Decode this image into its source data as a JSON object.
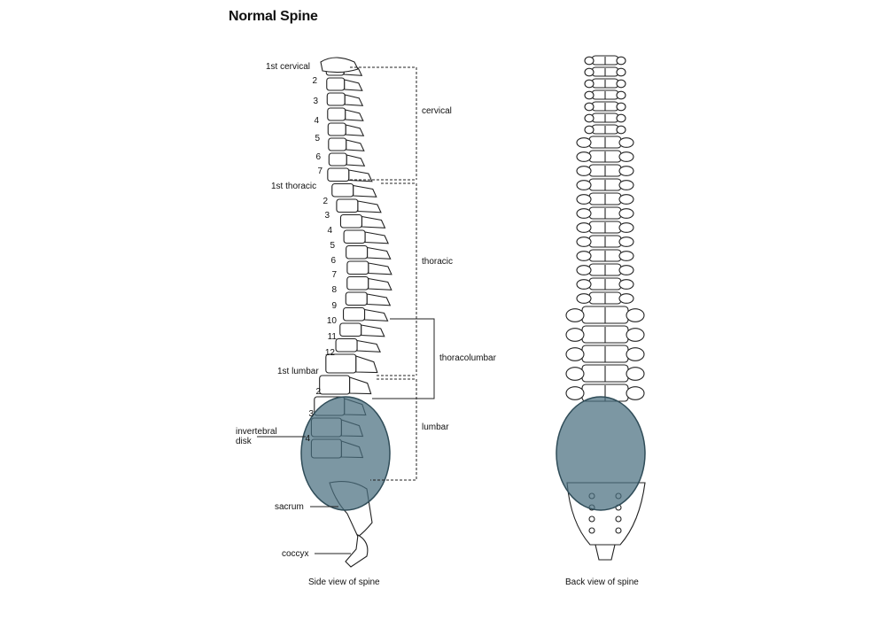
{
  "title": "Normal Spine",
  "side_view": {
    "caption": "Side view of spine",
    "labels": {
      "first_cervical": "1st cervical",
      "first_thoracic": "1st thoracic",
      "first_lumbar": "1st lumbar",
      "invertebral_disk": "invertebral\ndisk",
      "sacrum": "sacrum",
      "coccyx": "coccyx"
    },
    "cervical_numbers": [
      "2",
      "3",
      "4",
      "5",
      "6",
      "7"
    ],
    "thoracic_numbers": [
      "2",
      "3",
      "4",
      "5",
      "6",
      "7",
      "8",
      "9",
      "10",
      "11",
      "12"
    ],
    "lumbar_numbers": [
      "2",
      "3",
      "4"
    ]
  },
  "back_view": {
    "caption": "Back view of spine"
  },
  "regions": {
    "cervical": "cervical",
    "thoracic": "thoracic",
    "thoracolumbar": "thoracolumbar",
    "lumbar": "lumbar"
  },
  "colors": {
    "highlight": "#4a6f7f",
    "line": "#222222"
  }
}
